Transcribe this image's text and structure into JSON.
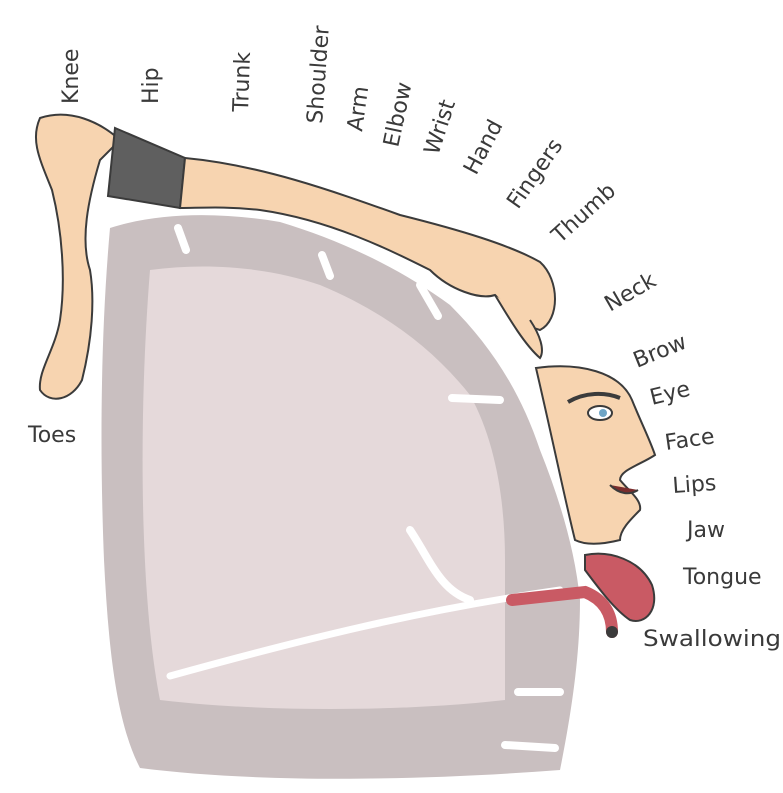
{
  "labels": {
    "knee": "Knee",
    "hip": "Hip",
    "trunk": "Trunk",
    "shoulder": "Shoulder",
    "arm": "Arm",
    "elbow": "Elbow",
    "wrist": "Wrist",
    "hand": "Hand",
    "fingers": "Fingers",
    "thumb": "Thumb",
    "neck": "Neck",
    "brow": "Brow",
    "eye": "Eye",
    "face": "Face",
    "lips": "Lips",
    "jaw": "Jaw",
    "tongue": "Tongue",
    "swallowing": "Swallowing",
    "toes": "Toes"
  },
  "colors": {
    "cortex_outer": "#c9bfc0",
    "cortex_inner": "#e5d9da",
    "skin": "#f7d4b0",
    "outline": "#3b3b3b",
    "clothing": "#5f5f5f",
    "tongue": "#c95a64",
    "text": "#3a3a3a"
  }
}
